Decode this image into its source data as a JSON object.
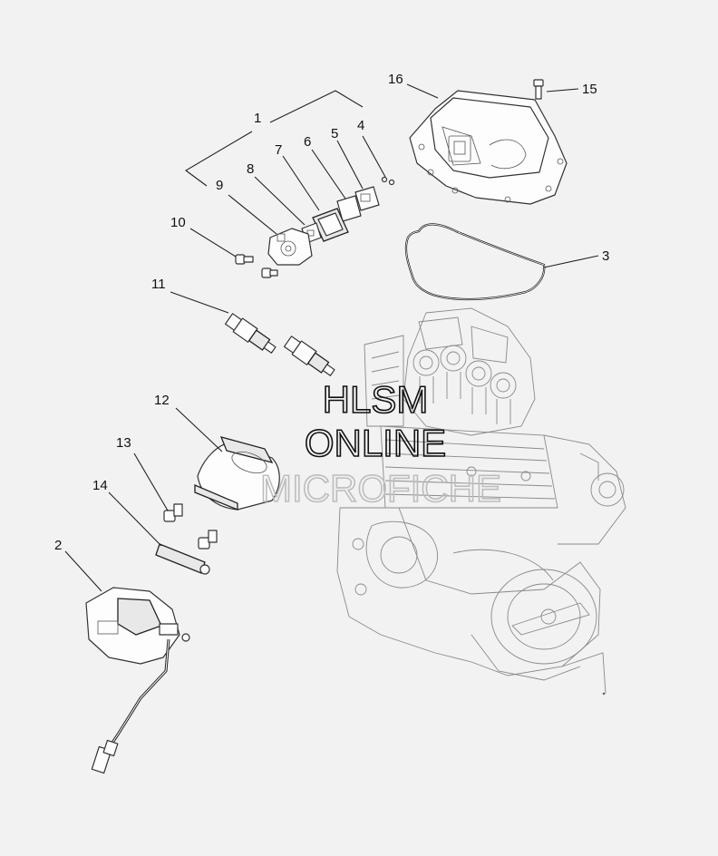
{
  "watermark": {
    "line1": "HLSM",
    "line2": "ONLINE",
    "line3": "MICROFICHE"
  },
  "callouts": [
    "1",
    "2",
    "3",
    "4",
    "5",
    "6",
    "7",
    "8",
    "9",
    "10",
    "11",
    "12",
    "13",
    "14",
    "15",
    "16"
  ],
  "colors": {
    "background": "#f2f2f2",
    "line": "#222222",
    "engine_line": "#8a8a8a",
    "watermark": "#111111",
    "watermark_faint": "#bdbdbd"
  }
}
